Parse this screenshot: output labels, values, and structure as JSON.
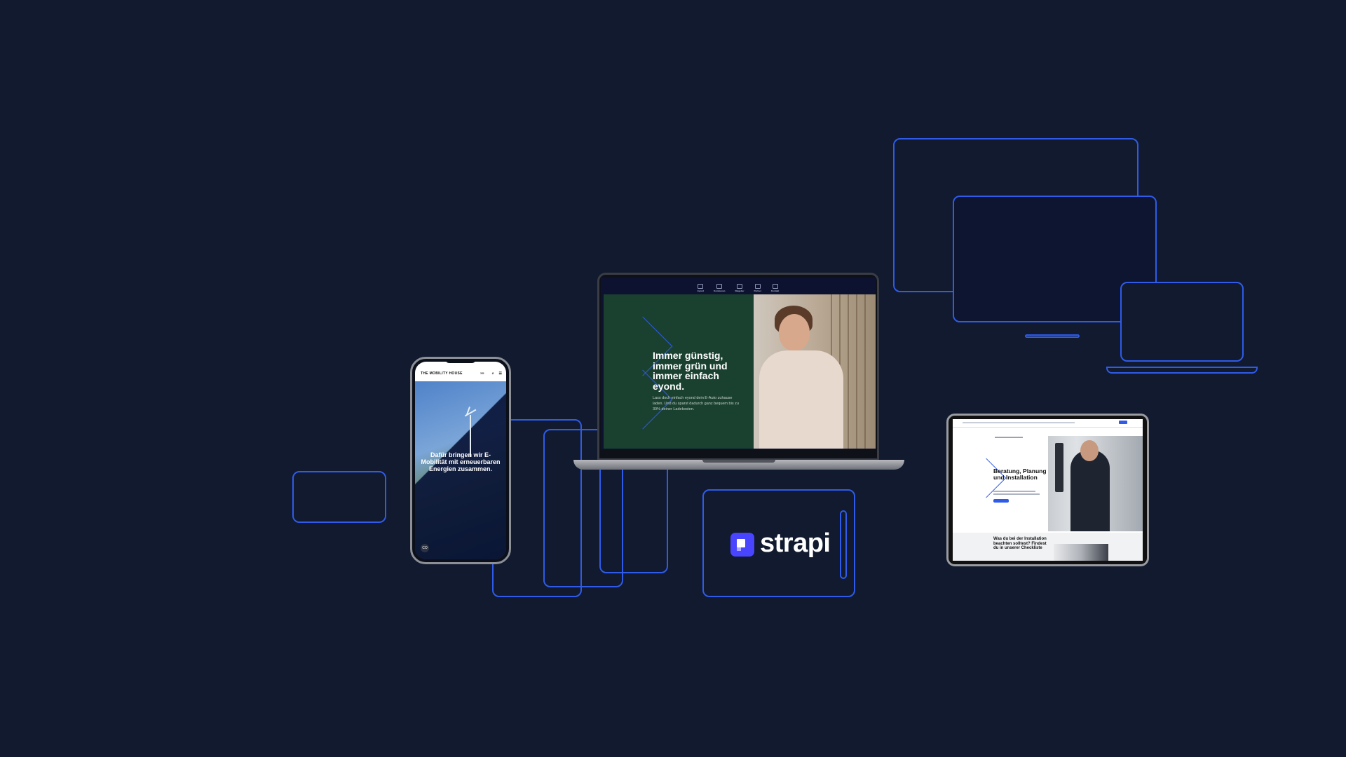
{
  "phone": {
    "brand": "THE MOBILITY HOUSE",
    "headline": "Dafür bringen wir E-Mobilität mit erneuerbaren Energien zusammen.",
    "badge": "CO"
  },
  "laptop": {
    "nav": [
      "Eyond",
      "Kommunen",
      "Ratgeber",
      "Partner",
      "Kontakt"
    ],
    "headline": "Immer günstig, immer grün und immer einfach eyond.",
    "body": "Lass doch einfach eyond dein E-Auto zuhause laden. Und du sparst dadurch ganz bequem bis zu 30% deiner Ladekosten."
  },
  "strapi": {
    "wordmark": "strapi"
  },
  "tablet": {
    "headline": "Beratung, Planung und Installation",
    "bottom_text": "Was du bei der Installation beachten solltest? Findest du in unserer Checkliste"
  },
  "colors": {
    "background": "#111a2e",
    "outline": "#2f5be8",
    "strapi_brand": "#4945ff",
    "laptop_hero": "#1a4130"
  }
}
